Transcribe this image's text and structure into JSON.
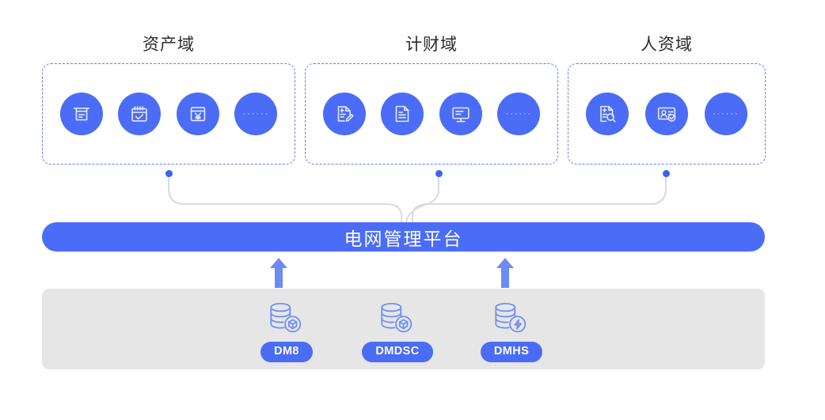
{
  "diagram": {
    "title_font_color": "#2b2b2b",
    "accent_blue": "#4a6cf7",
    "dot_blue": "#3a63ef",
    "dashed_border_blue": "#5b7cf5",
    "panel_gray": "#e6e6e6",
    "connector_gray": "#dcdcdc"
  },
  "domains": [
    {
      "title": "资产域",
      "icons": [
        {
          "name": "receipt-printer-icon",
          "type": "glyph"
        },
        {
          "name": "calendar-check-icon",
          "type": "glyph"
        },
        {
          "name": "yen-billing-icon",
          "type": "glyph"
        },
        {
          "name": "ellipsis-icon",
          "type": "dots",
          "label": "······"
        }
      ]
    },
    {
      "title": "计财域",
      "icons": [
        {
          "name": "document-add-edit-icon",
          "type": "glyph"
        },
        {
          "name": "document-list-icon",
          "type": "glyph"
        },
        {
          "name": "monitor-report-icon",
          "type": "glyph"
        },
        {
          "name": "ellipsis-icon",
          "type": "dots",
          "label": "······"
        }
      ]
    },
    {
      "title": "人资域",
      "icons": [
        {
          "name": "document-search-icon",
          "type": "glyph"
        },
        {
          "name": "id-card-verified-icon",
          "type": "glyph"
        },
        {
          "name": "ellipsis-icon",
          "type": "dots",
          "label": "······"
        }
      ]
    }
  ],
  "platform": {
    "label": "电网管理平台"
  },
  "databases": [
    {
      "label": "DM8",
      "badge": "cube"
    },
    {
      "label": "DMDSC",
      "badge": "cube"
    },
    {
      "label": "DMHS",
      "badge": "lightning"
    }
  ]
}
